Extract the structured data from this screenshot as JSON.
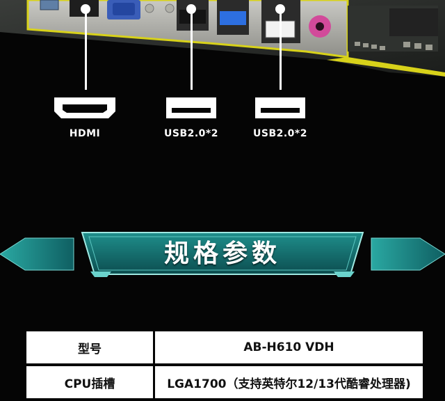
{
  "ports": [
    {
      "name": "hdmi",
      "label": "HDMI"
    },
    {
      "name": "usb-1",
      "label": "USB2.0*2"
    },
    {
      "name": "usb-2",
      "label": "USB2.0*2"
    }
  ],
  "banner": {
    "title": "规格参数"
  },
  "specs": [
    {
      "key": "型号",
      "value": "AB-H610 VDH"
    },
    {
      "key": "CPU插槽",
      "value": "LGA1700（支持英特尔12/13代酷睿处理器)"
    }
  ]
}
